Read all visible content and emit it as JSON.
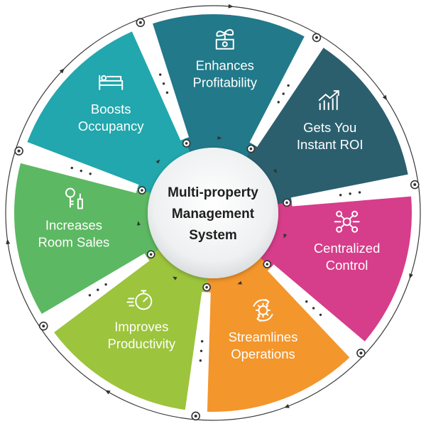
{
  "center": {
    "line1": "Multi-property",
    "line2": "Management",
    "line3": "System"
  },
  "segments": [
    {
      "id": "roi",
      "icon": "growth-chart-icon",
      "line1": "Gets You",
      "line2": "Instant ROI",
      "color": "#2b5f6e"
    },
    {
      "id": "control",
      "icon": "network-nodes-icon",
      "line1": "Centralized",
      "line2": "Control",
      "color": "#d63d8a"
    },
    {
      "id": "operations",
      "icon": "gear-cycle-icon",
      "line1": "Streamlines",
      "line2": "Operations",
      "color": "#f3962c"
    },
    {
      "id": "productivity",
      "icon": "stopwatch-icon",
      "line1": "Improves",
      "line2": "Productivity",
      "color": "#9cc43c"
    },
    {
      "id": "room-sales",
      "icon": "room-key-icon",
      "line1": "Increases",
      "line2": "Room Sales",
      "color": "#5cb862"
    },
    {
      "id": "occupancy",
      "icon": "bed-icon",
      "line1": "Boosts",
      "line2": "Occupancy",
      "color": "#21a7ad"
    },
    {
      "id": "profitability",
      "icon": "money-plant-icon",
      "line1": "Enhances",
      "line2": "Profitability",
      "color": "#21798a"
    }
  ]
}
